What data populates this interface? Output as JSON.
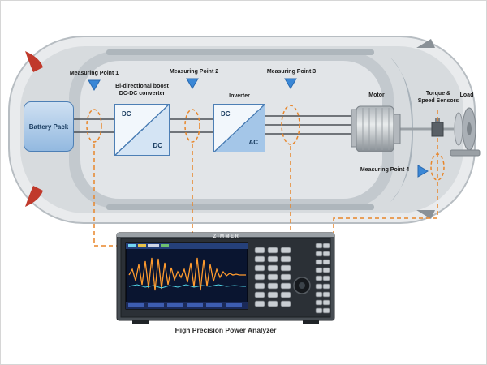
{
  "car": {
    "measuring_points": [
      "Measuring Point 1",
      "Measuring Point 2",
      "Measuring Point 3",
      "Measuring Point 4"
    ],
    "battery_label": "Battery Pack",
    "converter_label_line1": "Bi-directional boost",
    "converter_label_line2": "DC-DC converter",
    "converter_top": "DC",
    "converter_bottom": "DC",
    "inverter_label": "Inverter",
    "inverter_top": "DC",
    "inverter_bottom": "AC",
    "motor_label": "Motor",
    "sensor_label_line1": "Torque &",
    "sensor_label_line2": "Speed Sensors",
    "load_label": "Load"
  },
  "analyzer": {
    "brand": "ZIMMER",
    "caption": "High Precision Power Analyzer"
  },
  "colors": {
    "accent_orange": "#E8862A",
    "marker_blue": "#3A87D6",
    "box_border_blue": "#4D7FB5",
    "waveform_orange": "#FF9B2E",
    "waveform_cyan": "#53D7E8"
  }
}
